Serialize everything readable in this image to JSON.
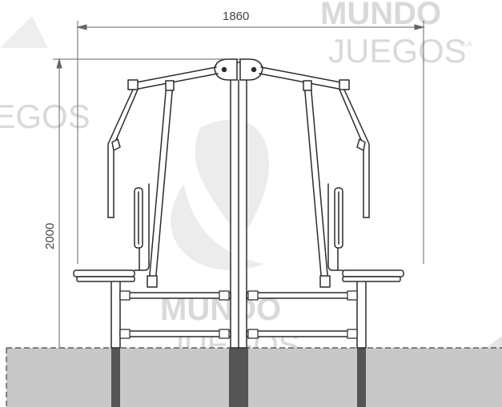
{
  "dimensions": {
    "width_label": "1860",
    "height_label": "2000"
  },
  "watermark": {
    "brand_top": "MUNDO",
    "brand_bottom": "JUEGOS",
    "suffix": "S.A."
  },
  "colors": {
    "line": "#2b2b2b",
    "ground_fill": "#c8c8c8",
    "post_dark": "#555555",
    "dimension": "#666666",
    "watermark": "#d9d9d9"
  }
}
